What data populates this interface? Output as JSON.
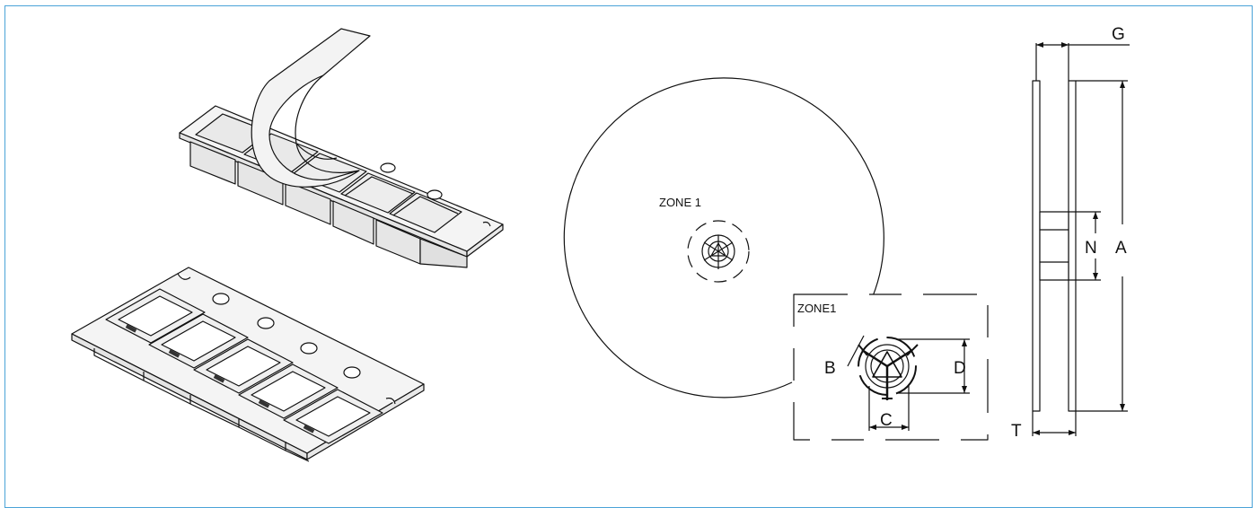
{
  "labels": {
    "zone1_reel": "ZONE 1",
    "zone1_detail": "ZONE1",
    "dim_b": "B",
    "dim_c": "C",
    "dim_d": "D",
    "dim_g": "G",
    "dim_n": "N",
    "dim_a": "A",
    "dim_t": "T"
  },
  "colors": {
    "frame": "#4aa3d8",
    "line": "#111111",
    "face": "#f2f2f2",
    "face_light": "#fafafa",
    "face_dark": "#dddddd"
  }
}
